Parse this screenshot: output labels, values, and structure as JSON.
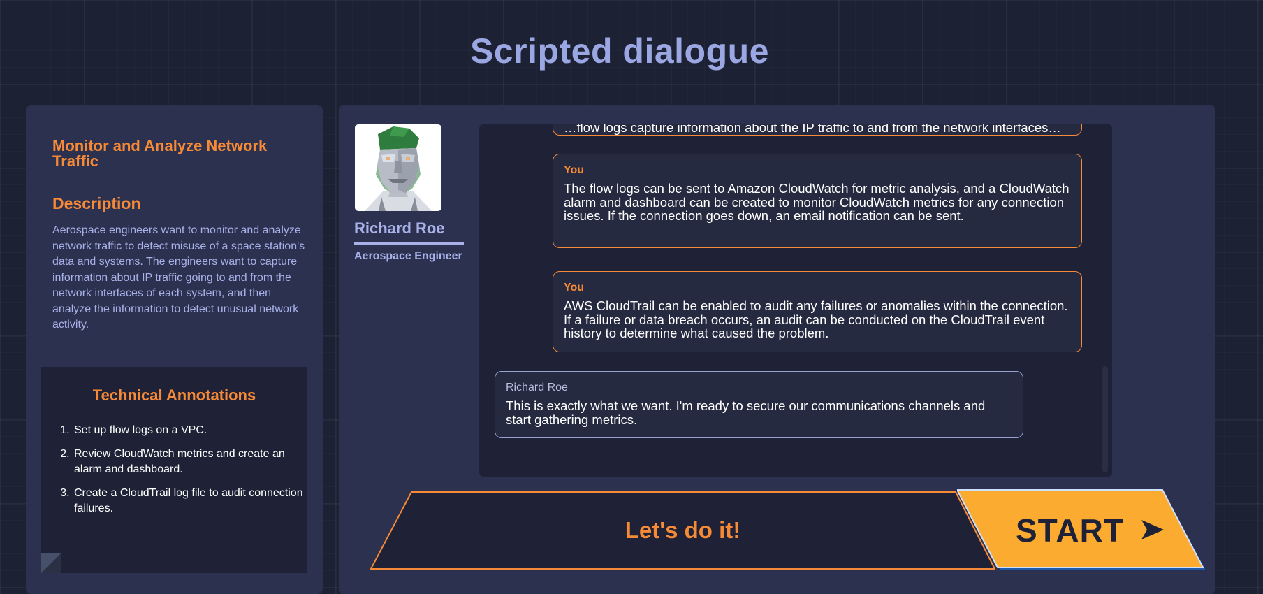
{
  "page_title": "Scripted dialogue",
  "task": {
    "title": "Monitor and Analyze Network Traffic",
    "description_heading": "Description",
    "description": "Aerospace engineers want to monitor and analyze network traffic to detect misuse of a space station's data and systems. The engineers want to capture information about IP traffic going to and from the network interfaces of each system, and then analyze the information to detect unusual network activity."
  },
  "annotations": {
    "heading": "Technical Annotations",
    "items": [
      "Set up flow logs on a VPC.",
      "Review CloudWatch metrics and create an alarm and dashboard.",
      "Create a CloudTrail log file to audit connection failures."
    ]
  },
  "character": {
    "name": "Richard Roe",
    "role": "Aerospace Engineer"
  },
  "chat": {
    "partial_message": "…flow logs capture information about the IP traffic to and from the network interfaces…",
    "messages": [
      {
        "speaker": "You",
        "text": "The flow logs can be sent to Amazon CloudWatch for metric analysis, and a CloudWatch alarm and dashboard can be created to monitor CloudWatch metrics for any connection issues. If the connection goes down, an email notification can be sent."
      },
      {
        "speaker": "You",
        "text": "AWS CloudTrail can be enabled to audit any failures or anomalies within the connection. If a failure or data breach occurs, an audit can be conducted on the CloudTrail event history to determine what caused the problem."
      },
      {
        "speaker": "Richard Roe",
        "text": "This is exactly what we want. I'm ready to secure our communications channels and start gathering metrics."
      }
    ]
  },
  "actions": {
    "response_label": "Let's do it!",
    "start_label": "START"
  },
  "colors": {
    "accent_orange": "#f68a36",
    "start_yellow": "#fbab2f",
    "title_lavender": "#9ba7e3",
    "panel_bg": "#2d3150",
    "chat_bg": "#1f2236"
  },
  "icons": {
    "start": "send-arrow-icon",
    "avatar": "low-poly-head-avatar"
  }
}
